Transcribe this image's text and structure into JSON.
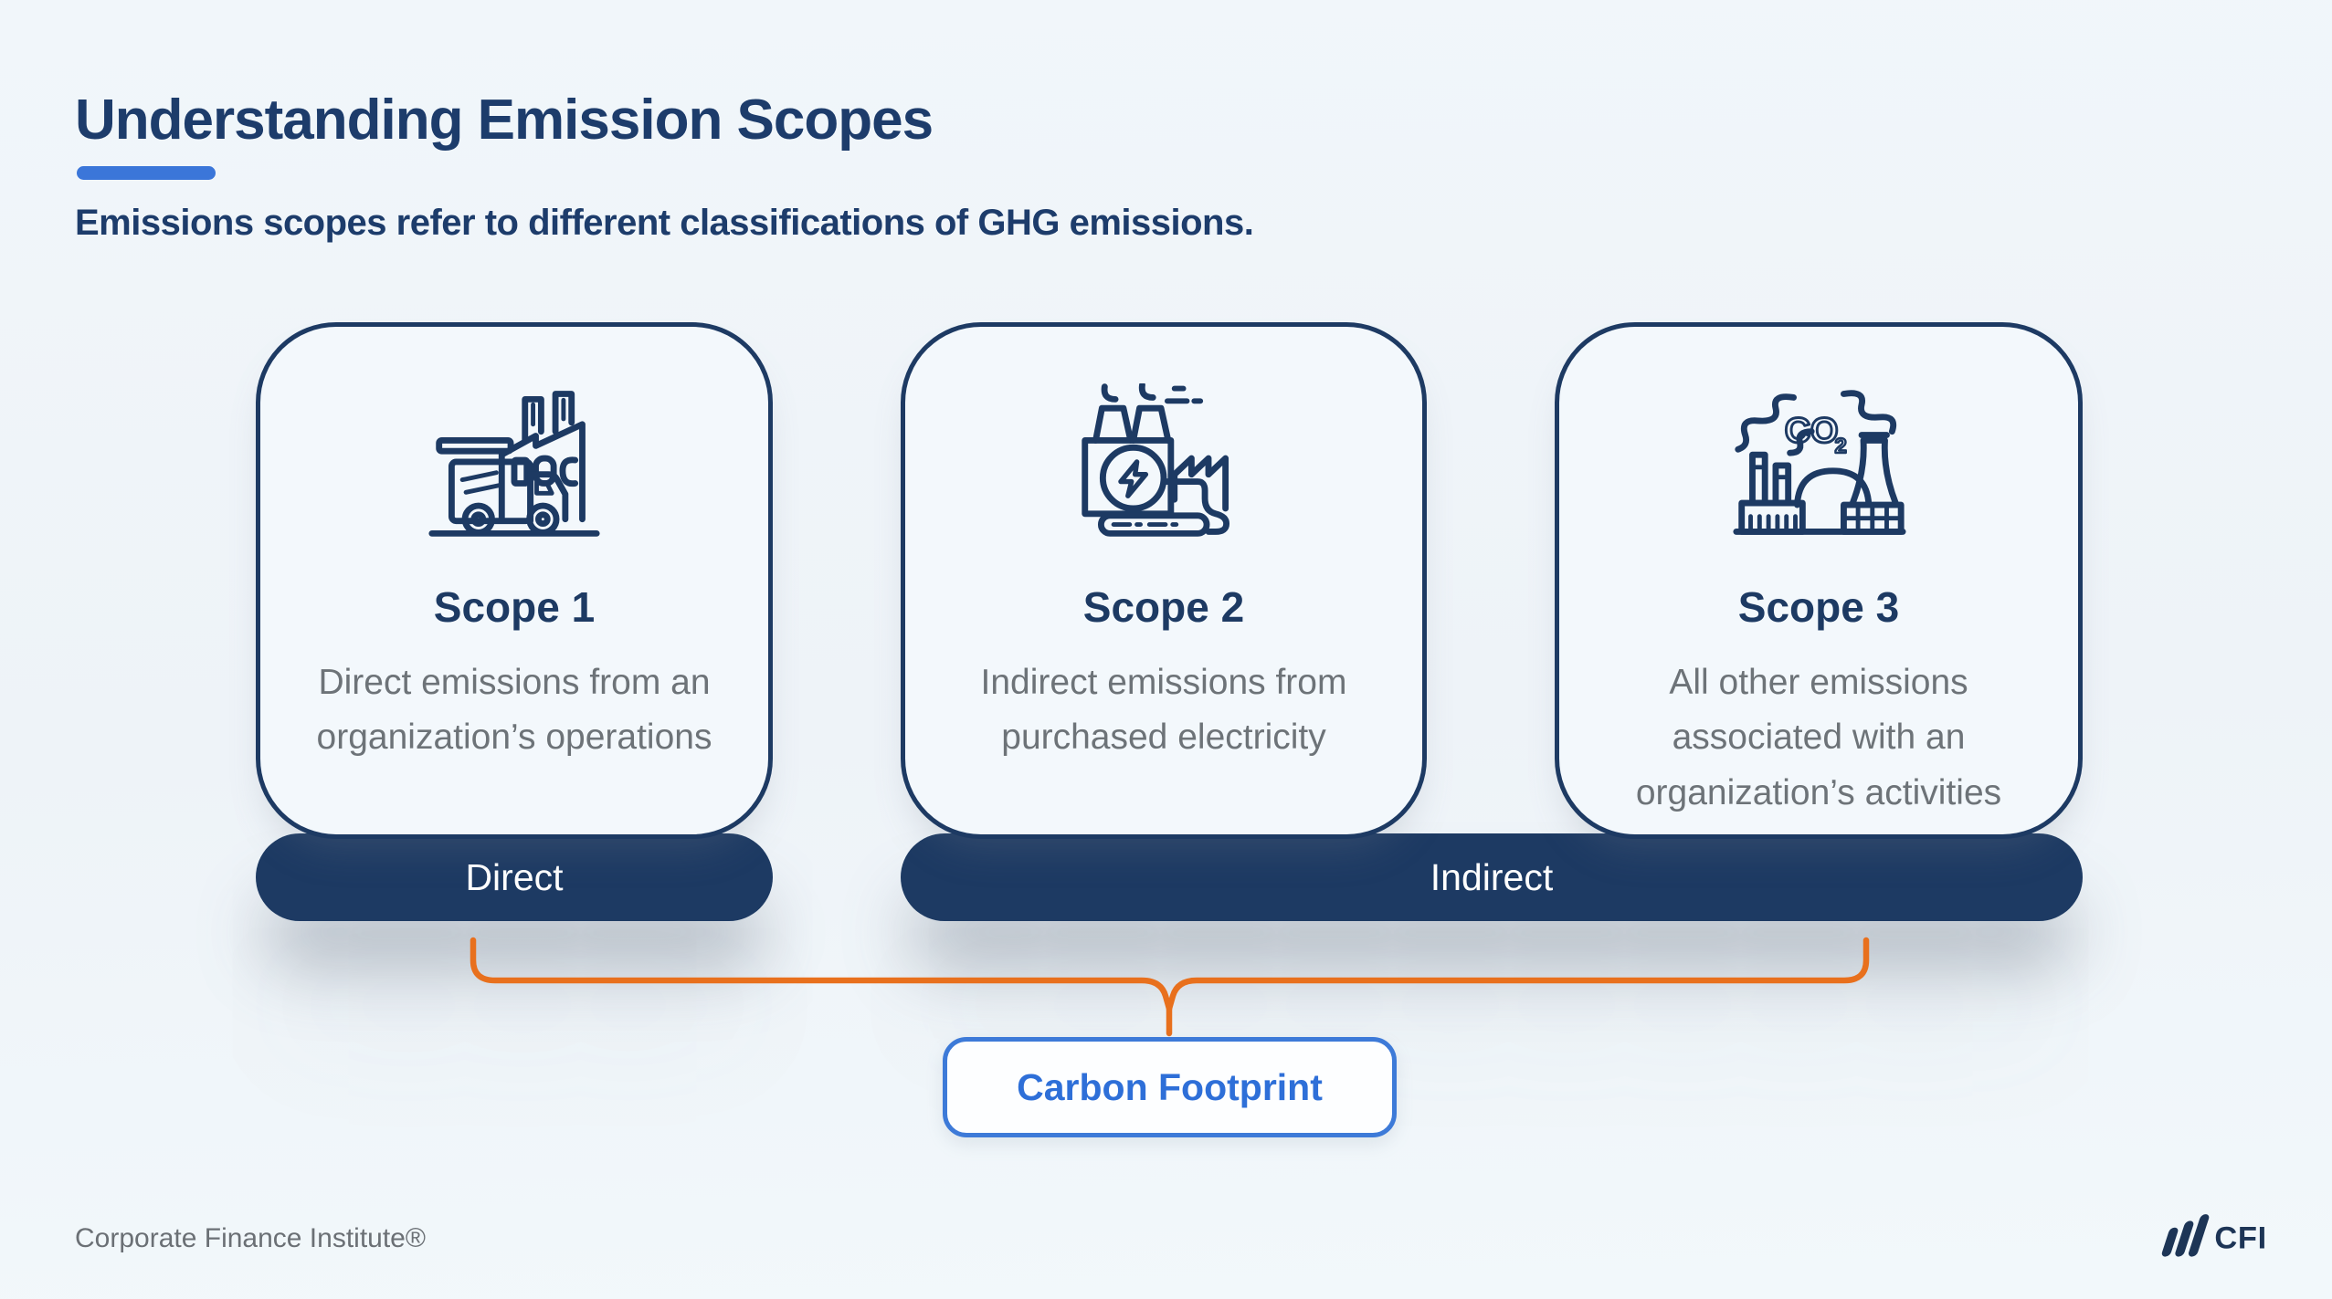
{
  "header": {
    "title": "Understanding Emission Scopes",
    "subtitle": "Emissions scopes refer to different classifications of GHG emissions."
  },
  "scopes": [
    {
      "title": "Scope 1",
      "description": "Direct emissions from an organization’s operations",
      "classification": "Direct",
      "icon": "truck-and-factory"
    },
    {
      "title": "Scope 2",
      "description": "Indirect emissions from purchased electricity",
      "classification": "Indirect",
      "icon": "power-plant-electricity"
    },
    {
      "title": "Scope 3",
      "description": "All other emissions associated with an organization’s activities",
      "classification": "Indirect",
      "icon": "co2-industrial-plant"
    }
  ],
  "classification_pills": {
    "direct_label": "Direct",
    "indirect_label": "Indirect"
  },
  "carbon_footprint": {
    "label": "Carbon Footprint"
  },
  "icon_labels": {
    "co2_text": "CO",
    "co2_subscript": "2"
  },
  "footer": {
    "attribution": "Corporate Finance Institute®",
    "logo_text": "CFI"
  },
  "colors": {
    "navy": "#1d3a63",
    "title_navy": "#1d3c6b",
    "accent_blue": "#3b76d9",
    "carbon_blue": "#2e6fd8",
    "orange": "#e8701d",
    "body_gray": "#6d7378",
    "background": "#f0f5f9",
    "card_background": "#f3f8fc"
  }
}
